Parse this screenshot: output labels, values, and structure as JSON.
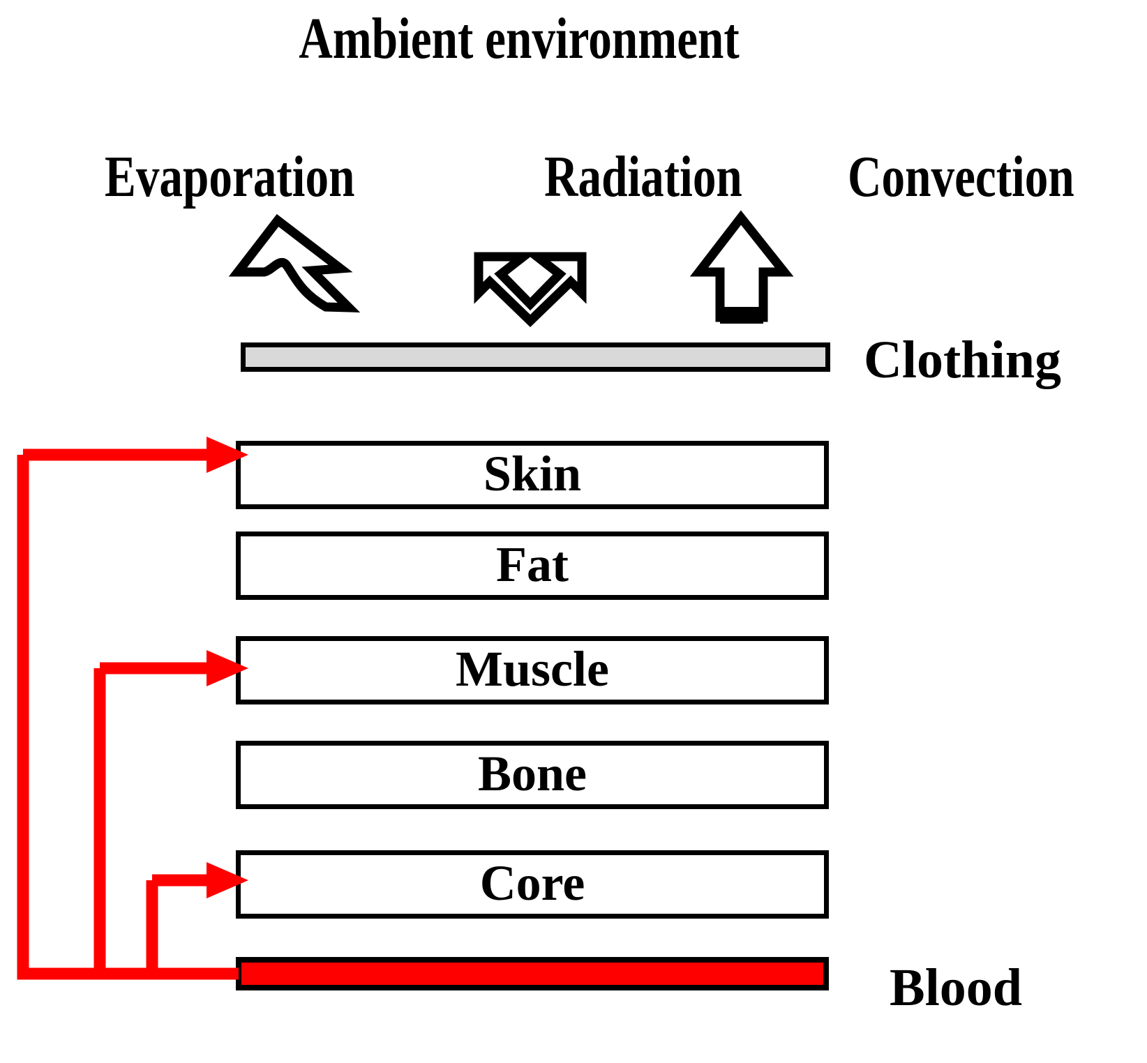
{
  "diagram": {
    "title": "Ambient environment",
    "heat_loss_paths": [
      {
        "label": "Evaporation",
        "icon": "wavy-up-arrow-icon"
      },
      {
        "label": "Radiation",
        "icon": "double-chevron-arrow-icon"
      },
      {
        "label": "Convection",
        "icon": "up-arrow-icon"
      }
    ],
    "clothing": {
      "label": "Clothing",
      "fill": "#d9d9d9",
      "stroke": "#000000"
    },
    "layers": [
      {
        "label": "Skin",
        "perfused": true
      },
      {
        "label": "Fat",
        "perfused": false
      },
      {
        "label": "Muscle",
        "perfused": true
      },
      {
        "label": "Bone",
        "perfused": false
      },
      {
        "label": "Core",
        "perfused": true
      }
    ],
    "blood": {
      "label": "Blood",
      "fill": "#ff0000",
      "stroke": "#000000"
    },
    "blood_flow_connections": [
      {
        "to": "Skin",
        "color": "#ff0000"
      },
      {
        "to": "Muscle",
        "color": "#ff0000"
      },
      {
        "to": "Core",
        "color": "#ff0000"
      }
    ],
    "colors": {
      "blood": "#ff0000",
      "clothing": "#d9d9d9",
      "outline": "#000000",
      "background": "#ffffff"
    }
  }
}
